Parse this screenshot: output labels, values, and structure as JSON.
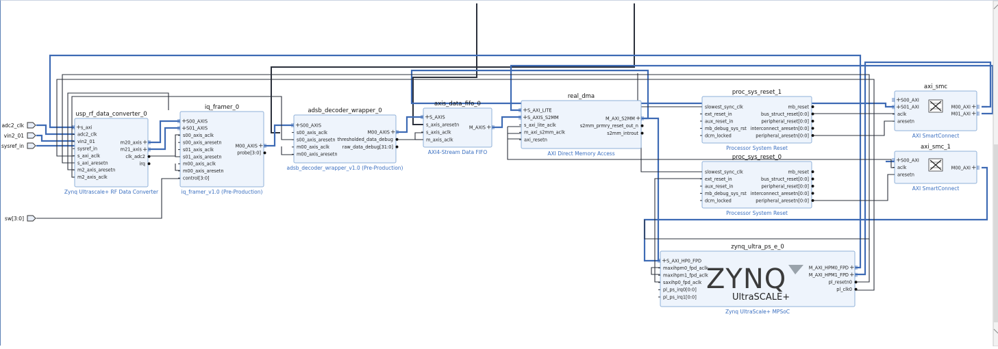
{
  "external_ports": [
    {
      "id": "adc2_clk",
      "label": "adc2_clk"
    },
    {
      "id": "vin2_01",
      "label": "vin2_01"
    },
    {
      "id": "sysref_in",
      "label": "sysref_in"
    },
    {
      "id": "sw",
      "label": "sw[3:0]"
    }
  ],
  "blocks": [
    {
      "id": "usp",
      "title": "usp_rf_data_converter_0",
      "caption": "Zynq Ultrascale+ RF Data Converter",
      "left": [
        "s_axi",
        "adc2_clk",
        "vin2_01",
        "sysref_in",
        "s_axi_aclk",
        "s_axi_aresetn",
        "m2_axis_aresetn",
        "m2_axis_aclk"
      ],
      "right": [
        "m20_axis",
        "m21_axis",
        "clk_adc2",
        "irq"
      ]
    },
    {
      "id": "iqf",
      "title": "iq_framer_0",
      "caption": "iq_framer_v1.0 (Pre-Production)",
      "left": [
        "S00_AXIS",
        "S01_AXIS",
        "s00_axis_aclk",
        "s00_axis_aresetn",
        "s01_axis_aclk",
        "s01_axis_aresetn",
        "m00_axis_aclk",
        "m00_axis_aresetn",
        "control[3:0]"
      ],
      "right": [
        "M00_AXIS",
        "probe[3:0]"
      ]
    },
    {
      "id": "adsb",
      "title": "adsb_decoder_wrapper_0",
      "caption": "adsb_decoder_wrapper_v1.0 (Pre-Production)",
      "left": [
        "S00_AXIS",
        "s00_axis_aclk",
        "s00_axis_aresetn",
        "m00_axis_aclk",
        "m00_axis_aresetn"
      ],
      "right": [
        "M00_AXIS",
        "thresholded_data_debug",
        "raw_data_debug[31:0]"
      ]
    },
    {
      "id": "fifo",
      "title": "axis_data_fifo_0",
      "caption": "AXI4-Stream Data FIFO",
      "left": [
        "S_AXIS",
        "s_axis_aresetn",
        "s_axis_aclk",
        "m_axis_aclk"
      ],
      "right": [
        "M_AXIS"
      ]
    },
    {
      "id": "dma",
      "title": "real_dma",
      "caption": "AXI Direct Memory Access",
      "left": [
        "S_AXI_LITE",
        "S_AXIS_S2MM",
        "s_axi_lite_aclk",
        "m_axi_s2mm_aclk",
        "axi_resetn"
      ],
      "right": [
        "M_AXI_S2MM",
        "s2mm_prmry_reset_out_n",
        "s2mm_introut"
      ]
    },
    {
      "id": "psr1",
      "title": "proc_sys_reset_1",
      "caption": "Processor System Reset",
      "left": [
        "slowest_sync_clk",
        "ext_reset_in",
        "aux_reset_in",
        "mb_debug_sys_rst",
        "dcm_locked"
      ],
      "right": [
        "mb_reset",
        "bus_struct_reset[0:0]",
        "peripheral_reset[0:0]",
        "interconnect_aresetn[0:0]",
        "peripheral_aresetn[0:0]"
      ]
    },
    {
      "id": "psr0",
      "title": "proc_sys_reset_0",
      "caption": "Processor System Reset",
      "left": [
        "slowest_sync_clk",
        "ext_reset_in",
        "aux_reset_in",
        "mb_debug_sys_rst",
        "dcm_locked"
      ],
      "right": [
        "mb_reset",
        "bus_struct_reset[0:0]",
        "peripheral_reset[0:0]",
        "interconnect_aresetn[0:0]",
        "peripheral_aresetn[0:0]"
      ]
    },
    {
      "id": "smc",
      "title": "axi_smc",
      "caption": "AXI SmartConnect",
      "left": [
        "S00_AXI",
        "S01_AXI",
        "aclk",
        "aresetn"
      ],
      "right": [
        "M00_AXI",
        "M01_AXI"
      ]
    },
    {
      "id": "smc1",
      "title": "axi_smc_1",
      "caption": "AXI SmartConnect",
      "left": [
        "S00_AXI",
        "aclk",
        "aresetn"
      ],
      "right": [
        "M00_AXI"
      ]
    },
    {
      "id": "zynq",
      "title": "zynq_ultra_ps_e_0",
      "caption": "Zynq UltraScale+ MPSoC",
      "left": [
        "S_AXI_HP0_FPD",
        "maxihpm0_fpd_aclk",
        "maxihpm1_fpd_aclk",
        "saxihp0_fpd_aclk",
        "pl_ps_irq0[0:0]",
        "pl_ps_irq1[0:0]"
      ],
      "right": [
        "M_AXI_HPM0_FPD",
        "M_AXI_HPM1_FPD",
        "pl_resetn0",
        "pl_clk0"
      ]
    }
  ],
  "zynq_logo": {
    "brand": "ZYNQ",
    "sub": "UltraSCALE+"
  },
  "colors": {
    "bus": "#3d6ab4",
    "net": "#2a2f3a",
    "block_fill": "#eef4fc",
    "block_border": "#8fb0d8",
    "caption": "#3a6fc0"
  }
}
